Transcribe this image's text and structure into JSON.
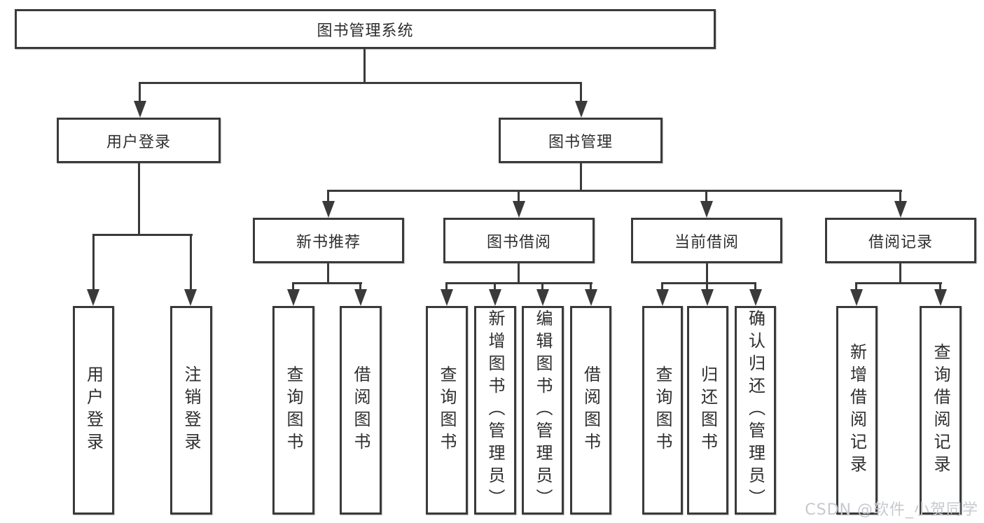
{
  "watermark": {
    "text": "CSDN @软件_小贺同学",
    "color": "#c6c9ce"
  },
  "colors": {
    "line": "#3a3a3a",
    "node_border": "#3a3a3a",
    "node_text": "#2e2e2e",
    "background": "#ffffff"
  },
  "tree": {
    "root": {
      "label": "图书管理系统",
      "children": [
        {
          "label": "用户登录",
          "children": [
            {
              "label": "用户登录"
            },
            {
              "label": "注销登录"
            }
          ]
        },
        {
          "label": "图书管理",
          "children": [
            {
              "label": "新书推荐",
              "children": [
                {
                  "label": "查询图书"
                },
                {
                  "label": "借阅图书"
                }
              ]
            },
            {
              "label": "图书借阅",
              "children": [
                {
                  "label": "查询图书"
                },
                {
                  "label": "新增图书（管理员）"
                },
                {
                  "label": "编辑图书（管理员）"
                },
                {
                  "label": "借阅图书"
                }
              ]
            },
            {
              "label": "当前借阅",
              "children": [
                {
                  "label": "查询图书"
                },
                {
                  "label": "归还图书"
                },
                {
                  "label": "确认归还（管理员）"
                }
              ]
            },
            {
              "label": "借阅记录",
              "children": [
                {
                  "label": "新增借阅记录"
                },
                {
                  "label": "查询借阅记录"
                }
              ]
            }
          ]
        }
      ]
    }
  }
}
